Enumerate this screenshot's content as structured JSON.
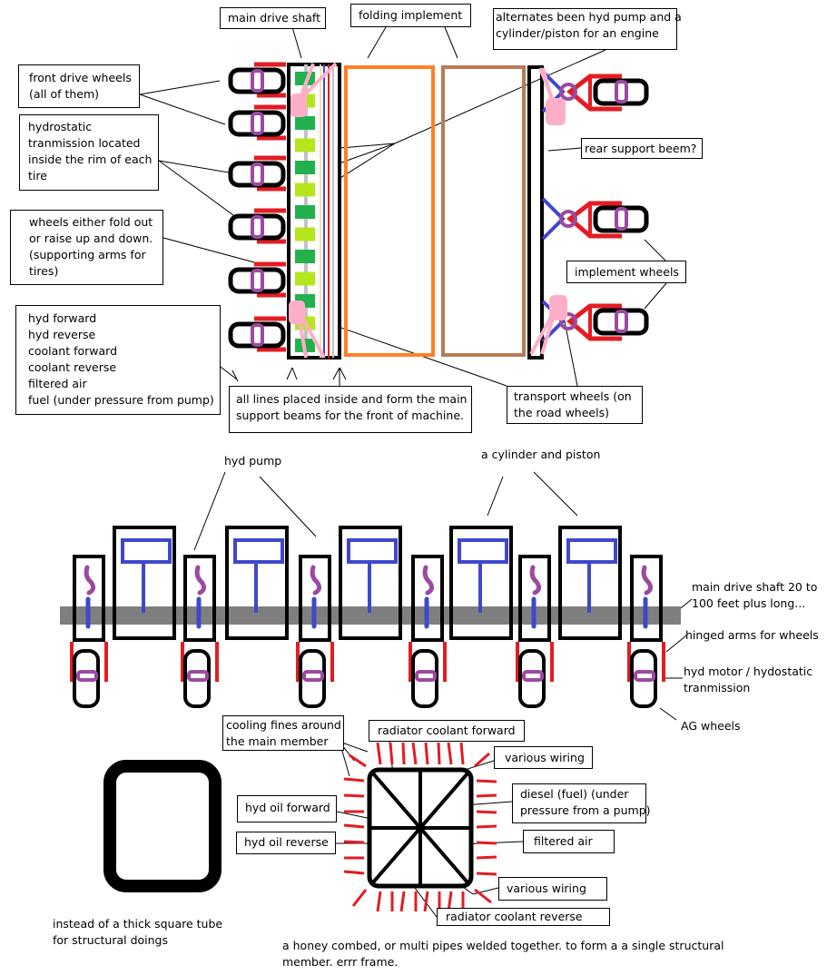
{
  "colors": {
    "outline": "#000000",
    "arm_red": "#e31c23",
    "hub_purple": "#9b4aa2",
    "blue": "#3f48cc",
    "pink": "#ffaec9",
    "green_dark": "#22b14c",
    "green_light": "#b5e61d",
    "gray_line": "#c3c3c3",
    "cream_line": "#efe4b0",
    "orange": "#ff7f27",
    "brown": "#b97a57",
    "shaft_gray": "#7f7f7f"
  },
  "top_view": {
    "labels": {
      "main_drive_shaft": "main drive shaft",
      "folding_implement": "folding implement",
      "alternates": "alternates been hyd pump and a\ncylinder/piston for an engine",
      "front_drive_wheels": "front drive wheels\n(all of them)",
      "hydrostatic": "hydrostatic\ntranmission located\ninside the rim of each\ntire",
      "rear_support": "rear support beem?",
      "wheels_fold": "wheels either fold out\nor raise up and down.\n(supporting arms for\ntires)",
      "implement_wheels": "implement wheels",
      "lines_list": "hyd forward\nhyd reverse\ncoolant forward\ncoolant reverse\nfiltered air\nfuel (under pressure from pump)",
      "all_lines": "all lines placed inside and form the main\nsupport beams for the front of machine.",
      "transport_wheels": "transport wheels (on\nthe road wheels)"
    },
    "front_wheel_count": 6,
    "implement_wheel_count": 3,
    "segment_pattern": [
      "dark",
      "light",
      "dark",
      "light",
      "dark",
      "light",
      "dark",
      "light",
      "dark",
      "light",
      "dark",
      "light",
      "dark"
    ]
  },
  "side_view": {
    "labels": {
      "hyd_pump": "hyd pump",
      "cylinder_piston": "a cylinder and piston",
      "main_drive_shaft_long": "main drive shaft 20 to\n100 feet plus long...",
      "hinged_arms": "hinged arms for wheels",
      "hyd_motor": "hyd motor / hydostatic\ntranmission",
      "ag_wheels": "AG wheels"
    },
    "pump_units": 6,
    "cylinder_units": 5
  },
  "cross_section": {
    "labels": {
      "cooling_fins": "cooling fines around\nthe main member",
      "radiator_forward": "radiator coolant forward",
      "wiring_top": "various wiring",
      "diesel": "diesel (fuel) (under\npressure from a pump)",
      "hyd_oil_forward": "hyd oil forward",
      "hyd_oil_reverse": "hyd oil reverse",
      "filtered_air": "filtered air",
      "wiring_bottom": "various wiring",
      "radiator_reverse": "radiator coolant reverse",
      "square_tube_caption": "instead of a thick square tube\nfor structural doings",
      "honeycomb_caption": "a honey combed, or multi pipes welded together. to form a a single structural\nmember. errr frame."
    }
  }
}
